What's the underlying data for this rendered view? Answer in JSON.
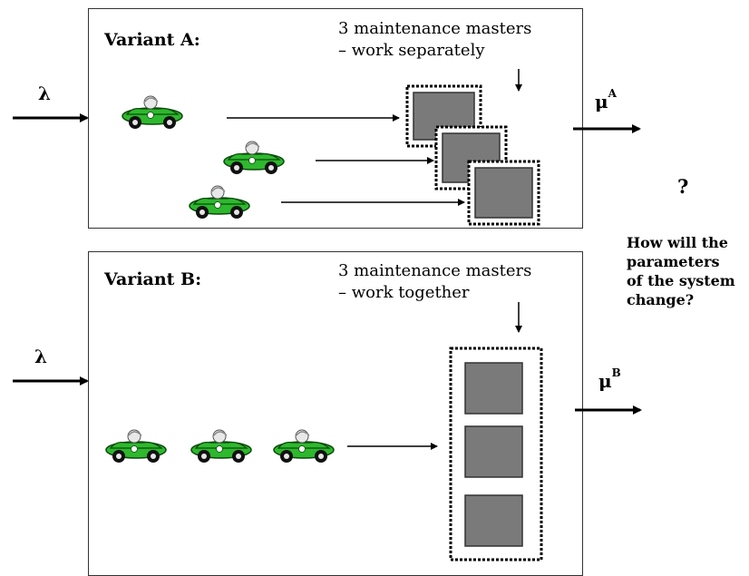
{
  "variant_a": {
    "title": "Variant A:",
    "note_line1": "3 maintenance masters",
    "note_line2": "– work separately",
    "input_symbol": "λ",
    "output_symbol": "μ",
    "output_superscript": "A"
  },
  "variant_b": {
    "title": "Variant B:",
    "note_line1": "3 maintenance masters",
    "note_line2": "– work together",
    "input_symbol": "λ",
    "output_symbol": "μ",
    "output_superscript": "B"
  },
  "side_text": {
    "question_mark": "?",
    "line1": "How will the",
    "line2": "parameters",
    "line3": "of the system",
    "line4": "change?"
  },
  "colors": {
    "car_body": "#2eb82e",
    "car_dark": "#0a4a0a",
    "server_fill": "#7a7a7a",
    "border": "#333333"
  },
  "icons": {
    "car": "green-race-car-icon",
    "server": "maintenance-master-box"
  }
}
